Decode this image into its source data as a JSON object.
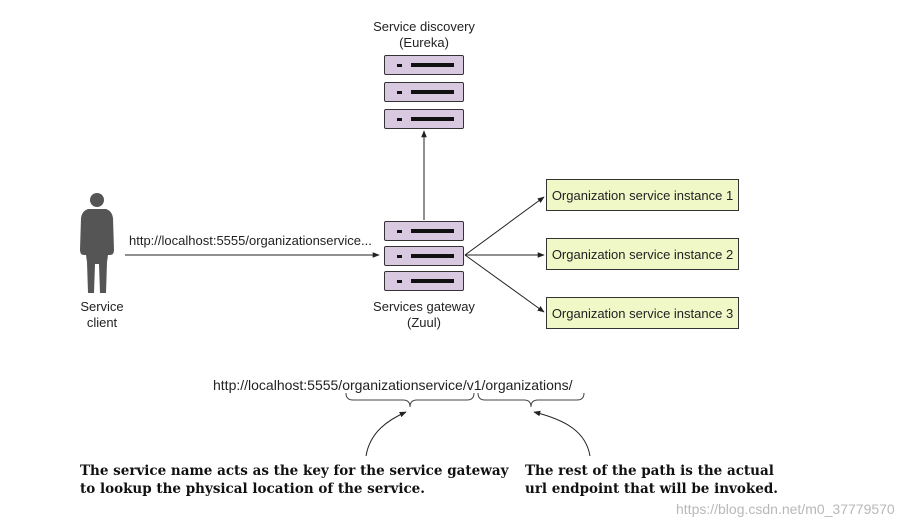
{
  "discovery": {
    "title": "Service discovery",
    "subtitle": "(Eureka)"
  },
  "gateway": {
    "title": "Services gateway",
    "subtitle": "(Zuul)"
  },
  "client": {
    "title": "Service",
    "subtitle": "client"
  },
  "request_url": "http://localhost:5555/organizationservice...",
  "instances": [
    {
      "label": "Organization service instance 1"
    },
    {
      "label": "Organization service instance 2"
    },
    {
      "label": "Organization service instance 3"
    }
  ],
  "full_url": {
    "part1": "http://localhost:5555/organizationservice",
    "part2": "/v1/organizations/"
  },
  "notes": {
    "left": {
      "line1": "The service name acts as the key for the service gateway",
      "line2": "to lookup the physical location of the service."
    },
    "right": {
      "line1": "The rest of the path is the actual",
      "line2": "url endpoint that will be invoked."
    }
  },
  "watermark": "https://blog.csdn.net/m0_37779570",
  "colors": {
    "server_fill": "#d8c8e0",
    "instance_fill": "#f0f8c8",
    "person": "#555555",
    "line": "#222222"
  }
}
